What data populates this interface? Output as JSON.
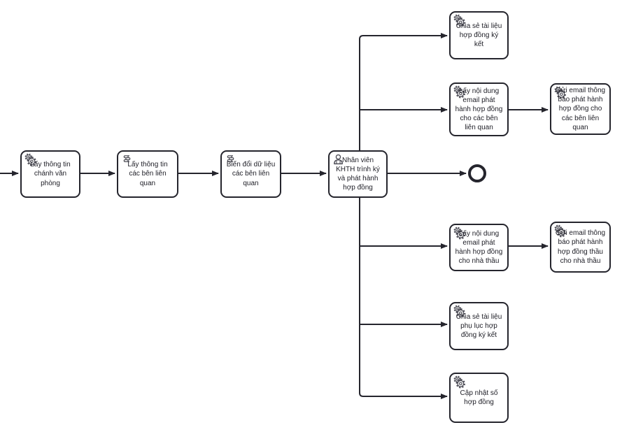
{
  "diagram": {
    "type": "bpmn-flow",
    "colors": {
      "stroke": "#25252d",
      "node_fill": "#ffffff",
      "text": "#1d1d25",
      "icon": "#4f4f58"
    },
    "nodes": [
      {
        "id": "get-office-info",
        "icon": "gears-icon",
        "label": "Lấy thông tin chánh văn phòng"
      },
      {
        "id": "get-stakeholder-info",
        "icon": "script-icon",
        "label": "Lấy thông tin các bên liên quan"
      },
      {
        "id": "transform-stakeholder-data",
        "icon": "script-icon",
        "label": "Biến đổi dữ liệu các bên liên quan"
      },
      {
        "id": "user-sign-and-publish",
        "icon": "user-icon",
        "label": "Nhân viên KHTH trình ký và phát hành hợp đồng"
      },
      {
        "id": "share-contract-docs",
        "icon": "gears-icon",
        "label": "Chia sẻ tài liệu hợp đồng ký kết"
      },
      {
        "id": "get-email-content-stakeholders",
        "icon": "gears-icon",
        "label": "Lấy nội dung email phát hành hợp đồng cho các bên liên quan"
      },
      {
        "id": "send-email-stakeholders",
        "icon": "gears-icon",
        "label": "Gửi email thông báo phát hành hợp đồng cho các bên liên quan"
      },
      {
        "id": "get-email-content-contractor",
        "icon": "gears-icon",
        "label": "Lấy nội dung email phát hành hợp đồng cho nhà thầu"
      },
      {
        "id": "send-email-contractor",
        "icon": "gears-icon",
        "label": "Gửi email thông báo phát hành hợp đồng thầu cho nhà thầu"
      },
      {
        "id": "share-appendix-docs",
        "icon": "gears-icon",
        "label": "Chia sẻ tài liệu phụ lục hợp đồng ký kết"
      },
      {
        "id": "update-contract-number",
        "icon": "gears-icon",
        "label": "Cập nhật số hợp đồng"
      }
    ],
    "end_event": {
      "icon": "end-event-circle"
    }
  }
}
